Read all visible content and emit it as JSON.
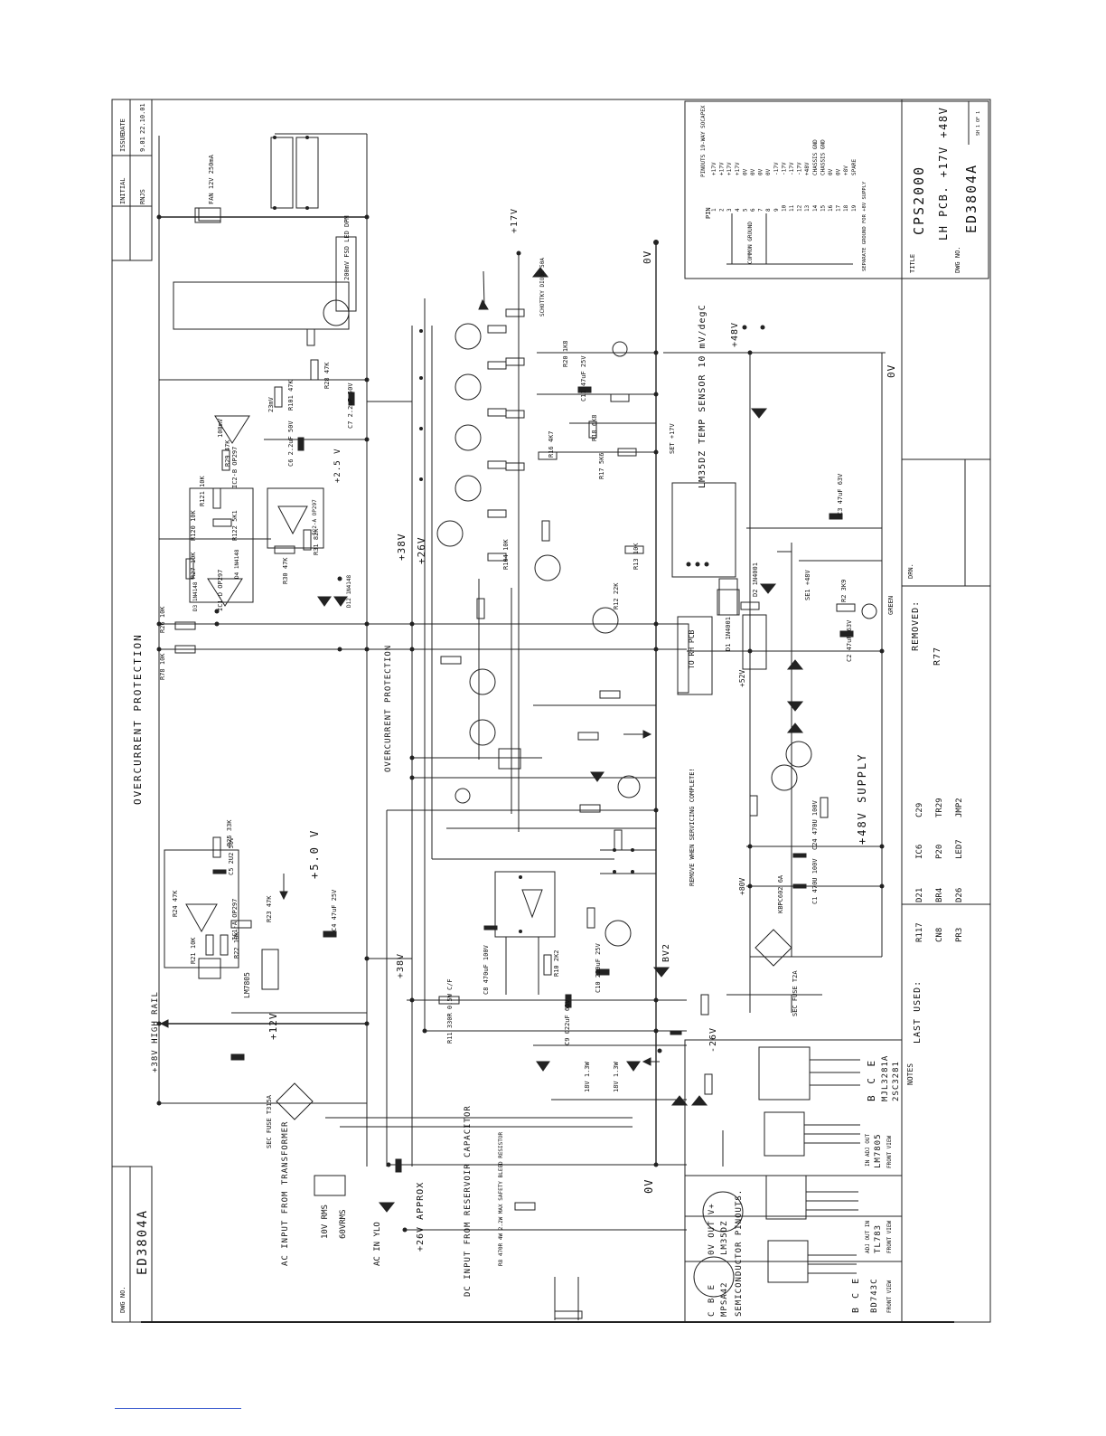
{
  "title_block": {
    "title_label": "TITLE",
    "title_line1": "CPS2000",
    "title_line2": "LH PCB. +17V +48V",
    "dwg_no_label": "DWG NO.",
    "dwg_no": "ED3804A",
    "drn_label": "DRN.",
    "removed_label": "REMOVED:",
    "removed_value": "R77",
    "last_used_label": "LAST USED:",
    "last_used": [
      "R117",
      "CN8",
      "PR3",
      "D21",
      "BR4",
      "D26",
      "IC6",
      "P20",
      "LED7",
      "C29",
      "TR29",
      "JMP2"
    ],
    "notes_label": "NOTES",
    "sheet": "SH 1 OF 1"
  },
  "revision_block": {
    "headers": [
      "INITIAL",
      "ISSUE",
      "DATE"
    ],
    "values": [
      "RNJS",
      "9.01",
      "22.10.01"
    ]
  },
  "left_dwg": {
    "label": "DWG NO.",
    "value": "ED3804A"
  },
  "pinouts": {
    "header_pin": "PIN",
    "header_title": "PINOUTS 19-WAY SOCAPEX",
    "rows": [
      [
        "1",
        "+17V"
      ],
      [
        "2",
        "+17V"
      ],
      [
        "3",
        "+17V"
      ],
      [
        "4",
        "+17V"
      ],
      [
        "5",
        "0V"
      ],
      [
        "6",
        "0V"
      ],
      [
        "7",
        "0V"
      ],
      [
        "8",
        "0V"
      ],
      [
        "9",
        "-17V"
      ],
      [
        "10",
        "-17V"
      ],
      [
        "11",
        "-17V"
      ],
      [
        "12",
        "-17V"
      ],
      [
        "13",
        "+48V"
      ],
      [
        "14",
        "CHASSIS GND"
      ],
      [
        "15",
        "CHASSIS GND"
      ],
      [
        "16",
        "0V"
      ],
      [
        "17",
        "0V"
      ],
      [
        "18",
        "+8V"
      ],
      [
        "19",
        "SPARE"
      ]
    ],
    "common_ground": "COMMON GROUND",
    "separate_ground": "SEPARATE GROUND FOR +8V SUPPLY"
  },
  "labels": {
    "overcurrent": "OVERCURRENT PROTECTION",
    "overcurrent2": "OVERCURRENT PROTECTION",
    "plus48_supply": "+48V SUPPLY",
    "plus50": "+5.0 V",
    "plus12": "+12V",
    "plus38_high": "+38V HIGH RAIL",
    "plus38_a": "+38V",
    "plus38_b": "+38V",
    "plus26": "+26V",
    "plus26_approx": "+26V APPROX",
    "minus26": "-26V",
    "v0_main": "0V",
    "v0_top": "0V",
    "v0_right": "0V",
    "plus17": "+17V",
    "plus48": "+48V",
    "plus25": "+2.5 V",
    "plus80": "+80V",
    "plus52": "+52V",
    "schottky": "SCHOTTKY DIODE 50A",
    "set17": "SET +17V",
    "lm35": "LM35DZ TEMP SENSOR 10 mV/degC",
    "ac_input": "AC INPUT FROM TRANSFORMER",
    "v10": "10V RMS",
    "v60": "60VRMS",
    "dc_input": "DC INPUT FROM RESERVOIR CAPACITOR",
    "r8": "R8 470R 4W 2.2W MAX SAFETY BLEED RESISTOR",
    "ac_in_ylo": "AC IN YLO",
    "sec_fuse1": "SEC FUSE T315A",
    "sec_fuse2": "SEC FUSE T2A",
    "bridge": "KBPC602 6A",
    "green": "GREEN",
    "fan": "FAN 12V 250mA",
    "dpm": "200mV FSD LED DPM",
    "to_rh_pcb": "TO RH PCB",
    "remove_note": "REMOVE WHEN SERVICING COMPLETE!",
    "bv2": "BV2",
    "semiconductor_pinouts": "SEMICONDUCTOR PINOUTS.",
    "bd743c": "BD743C",
    "bd743c_pins": "B C E",
    "mpsa42": "MPSA42",
    "mpsa42_pins": "C B E",
    "lm35dz": "LM35DZ",
    "lm35dz_pins": "0V OUT V+",
    "tl783": "TL783",
    "tl783_pins": "ADJ OUT IN",
    "lm7805": "LM7805",
    "lm7805_pins": "IN ADJ OUT",
    "mjl3281a": "MJL3281A",
    "c2sc3281": "2SC3281",
    "bce": "B C E",
    "front_view": "FRONT VIEW",
    "lm7805_reg": "LM7805",
    "ic1a": "IC1-A OP297",
    "ic2b": "IC2-B OP297",
    "ic10": "IC1-D OP297",
    "ic2a": "IC2-A OP297",
    "r20": "R20 1K8",
    "r16": "R16 4K7",
    "r17": "R17 5K6",
    "r18": "R18 6K8",
    "r12": "R12 22K",
    "r13": "R13 10K",
    "r11": "R11 330R 0.5W C/F",
    "r10": "R10 2K2",
    "c11": "C11 47uF 25V",
    "c2": "C2 47uF 63V",
    "c3": "C3 47uF 63V",
    "c1": "C1 470U 100V",
    "c24": "C24 470U 100V",
    "c9": "C9 022uF 63V",
    "c10": "C10 220uF 25V",
    "c8": "C8 470uF 100V",
    "c4": "C4 47uF 25V",
    "c5": "C5 2U2 50V",
    "c6": "C6 2.2uF 50V",
    "c7": "C7 2.2uF 50V",
    "r25": "R25 33K",
    "r24": "R24 47K",
    "r21": "R21 10K",
    "r22": "R22 10K",
    "r23": "R23 47K",
    "r26": "R26 10K",
    "r78": "R78 10K",
    "r27": "R27 10K",
    "r120": "R120 10K",
    "r121": "R121 10K",
    "r122": "R122 5K1",
    "r28": "R28 47K",
    "r29": "R29 47K",
    "r30": "R30 47K",
    "r31": "R31 82K",
    "r101": "R101 47K",
    "r104": "R104 10K",
    "r2": "R2 3K9",
    "d1": "D1 1N4001",
    "d2": "D2 1N4001",
    "d4": "D4 1N4148",
    "d3": "D3 1N4148",
    "d12": "D12 1N4148",
    "se1": "SE1 +48V",
    "v23": "23mV",
    "v100": "100mV",
    "bv18a": "18V 1.3W",
    "bv18b": "18V 1.3W"
  }
}
